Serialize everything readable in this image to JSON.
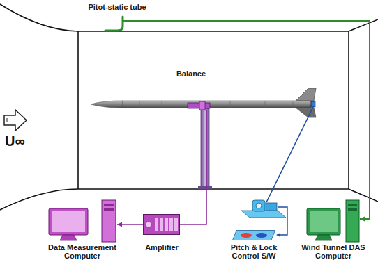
{
  "diagram": {
    "nodes": [
      {
        "text": [
          "Pitot-static tube"
        ]
      },
      {
        "text": [
          "Balance"
        ]
      },
      {
        "text": [
          "Data Measurement Computer"
        ]
      },
      {
        "text": [
          "Amplifier"
        ]
      },
      {
        "text": [
          "Pitch & Lock Control S/W"
        ]
      },
      {
        "text": [
          "Wind Tunnel DAS Computer"
        ]
      }
    ],
    "edges": [
      {
        "from": 0,
        "to": 5,
        "arrow": "to"
      },
      {
        "from": 1,
        "to": 3,
        "arrow": "none"
      },
      {
        "from": 3,
        "to": 2,
        "arrow": "to"
      }
    ],
    "labels": [
      "U∞"
    ]
  }
}
